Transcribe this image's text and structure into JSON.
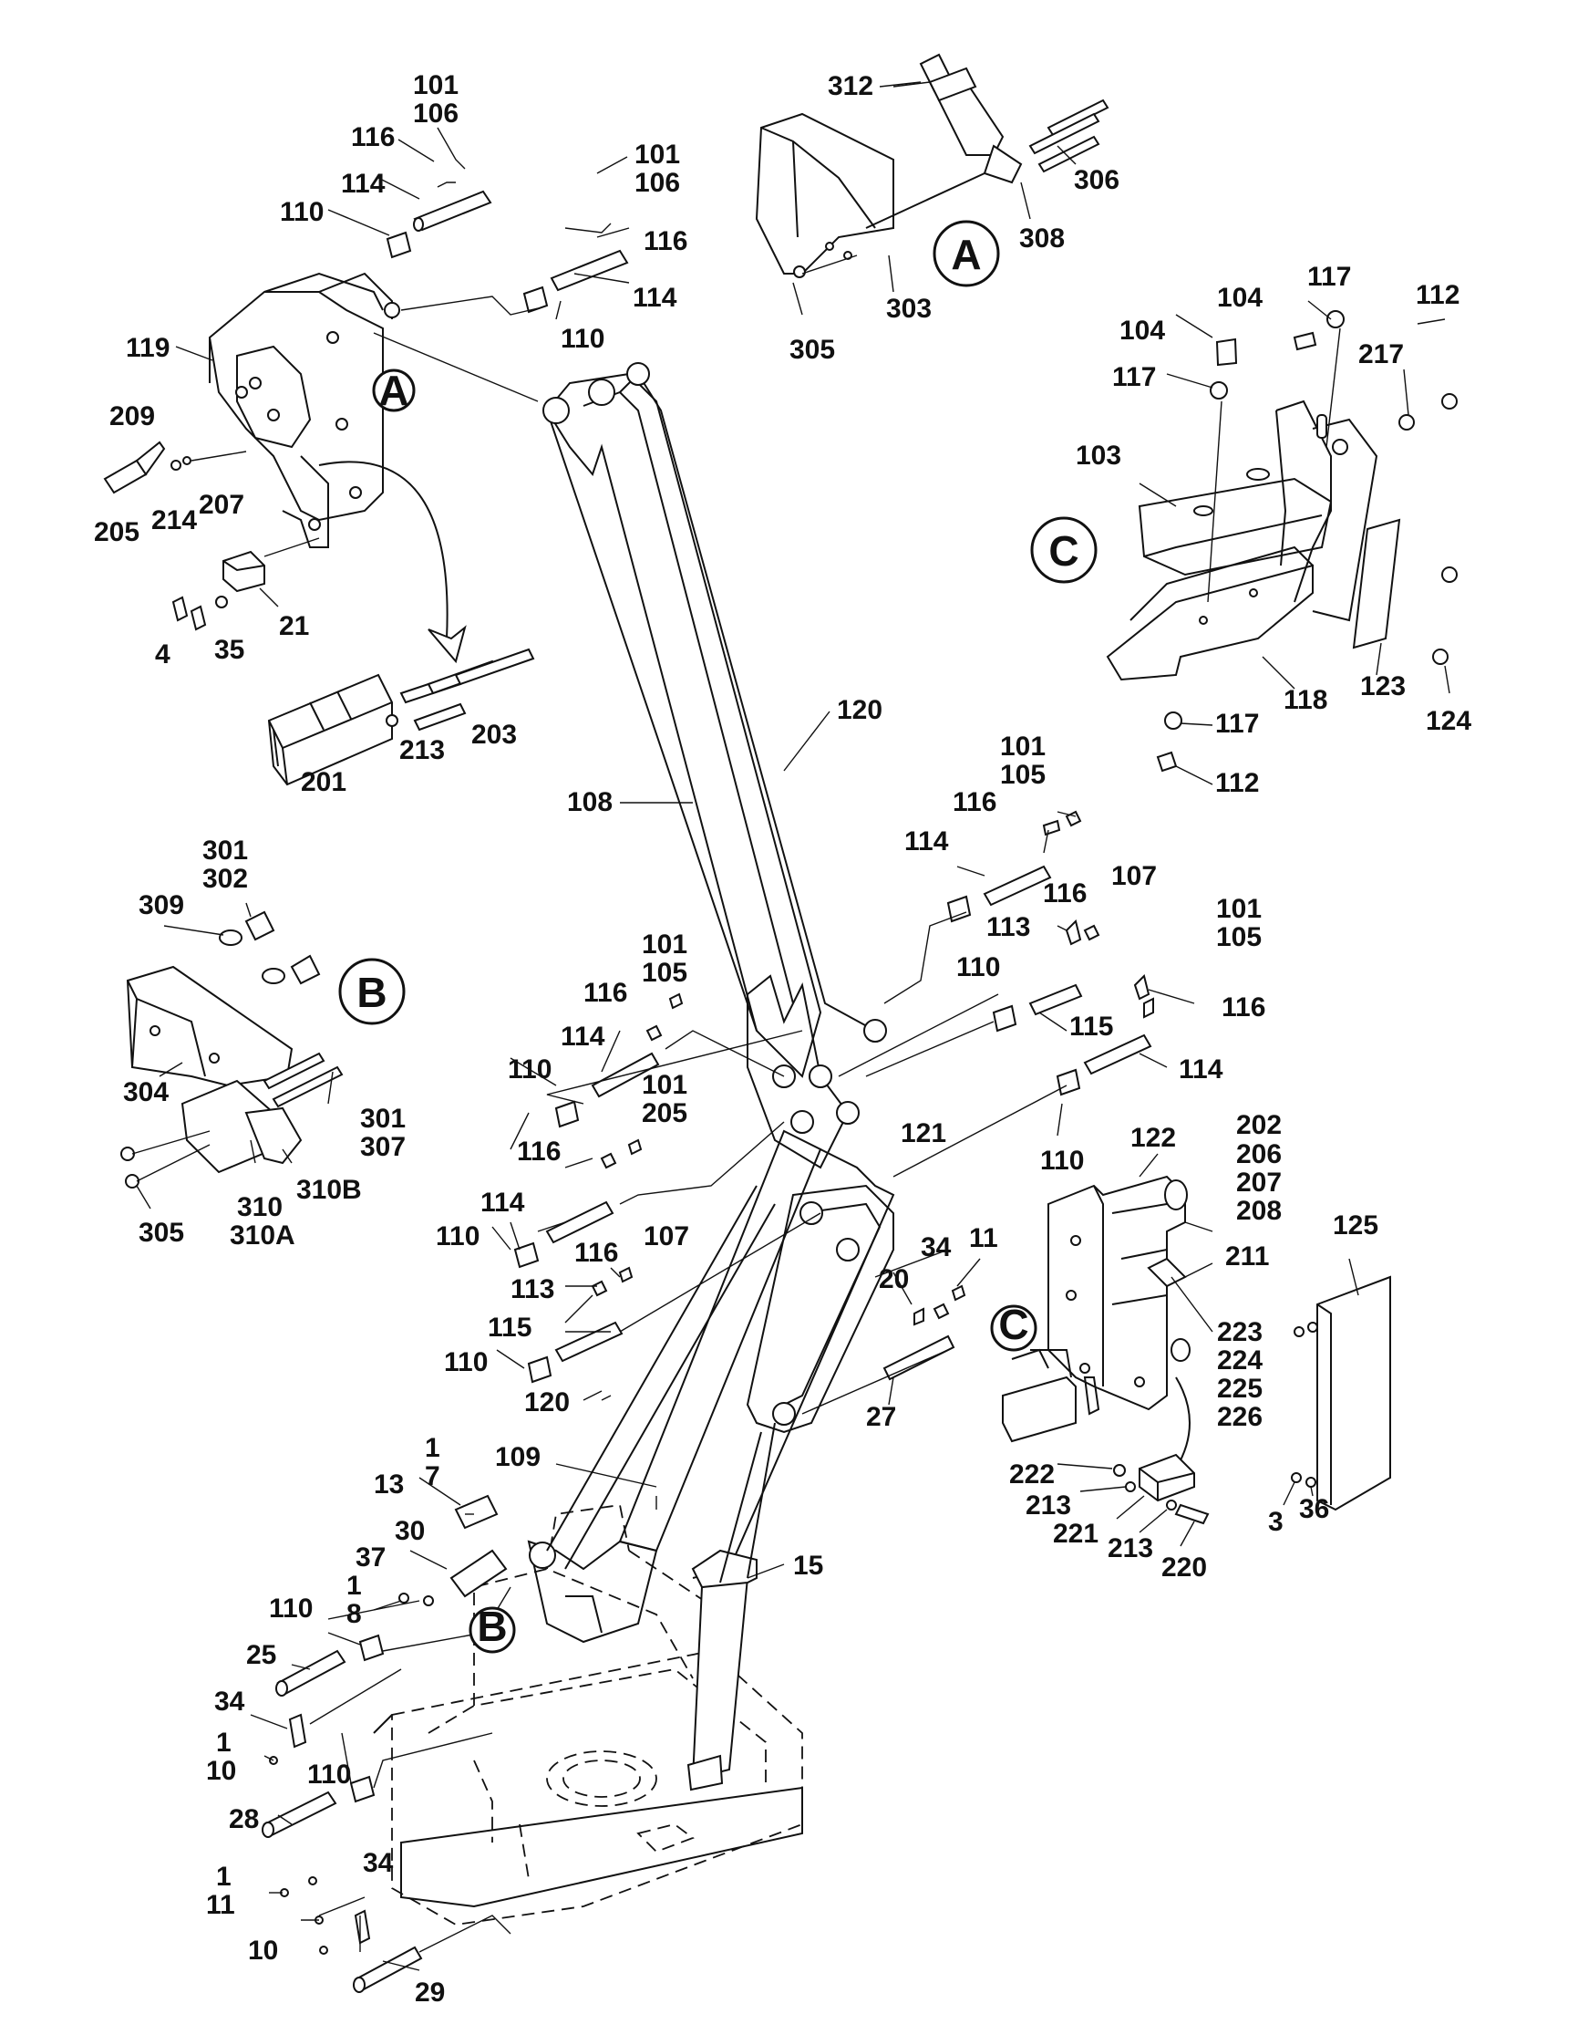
{
  "callouts": {
    "A": "A",
    "B": "B",
    "C": "C"
  },
  "labels": {
    "101": "101",
    "105": "105",
    "106": "106",
    "116": "116",
    "114": "114",
    "110": "110",
    "119": "119",
    "209": "209",
    "214": "214",
    "207": "207",
    "205": "205",
    "21": "21",
    "4": "4",
    "35": "35",
    "201": "201",
    "213": "213",
    "203": "203",
    "312": "312",
    "306": "306",
    "308": "308",
    "303": "303",
    "305": "305",
    "117": "117",
    "104": "104",
    "112": "112",
    "217": "217",
    "103": "103",
    "118": "118",
    "123": "123",
    "124": "124",
    "120": "120",
    "108": "108",
    "107": "107",
    "113": "113",
    "115": "115",
    "121": "121",
    "122": "122",
    "202": "202",
    "206": "206",
    "208": "208",
    "211": "211",
    "125": "125",
    "223": "223",
    "224": "224",
    "225": "225",
    "226": "226",
    "301": "301",
    "302": "302",
    "309": "309",
    "304": "304",
    "307": "307",
    "310": "310",
    "310A": "310A",
    "310B": "310B",
    "34": "34",
    "11": "11",
    "20": "20",
    "27": "27",
    "222": "222",
    "221": "221",
    "220": "220",
    "3": "3",
    "36": "36",
    "109": "109",
    "15": "15",
    "1": "1",
    "7": "7",
    "13": "13",
    "30": "30",
    "37": "37",
    "8": "8",
    "25": "25",
    "10": "10",
    "28": "28",
    "29": "29"
  }
}
